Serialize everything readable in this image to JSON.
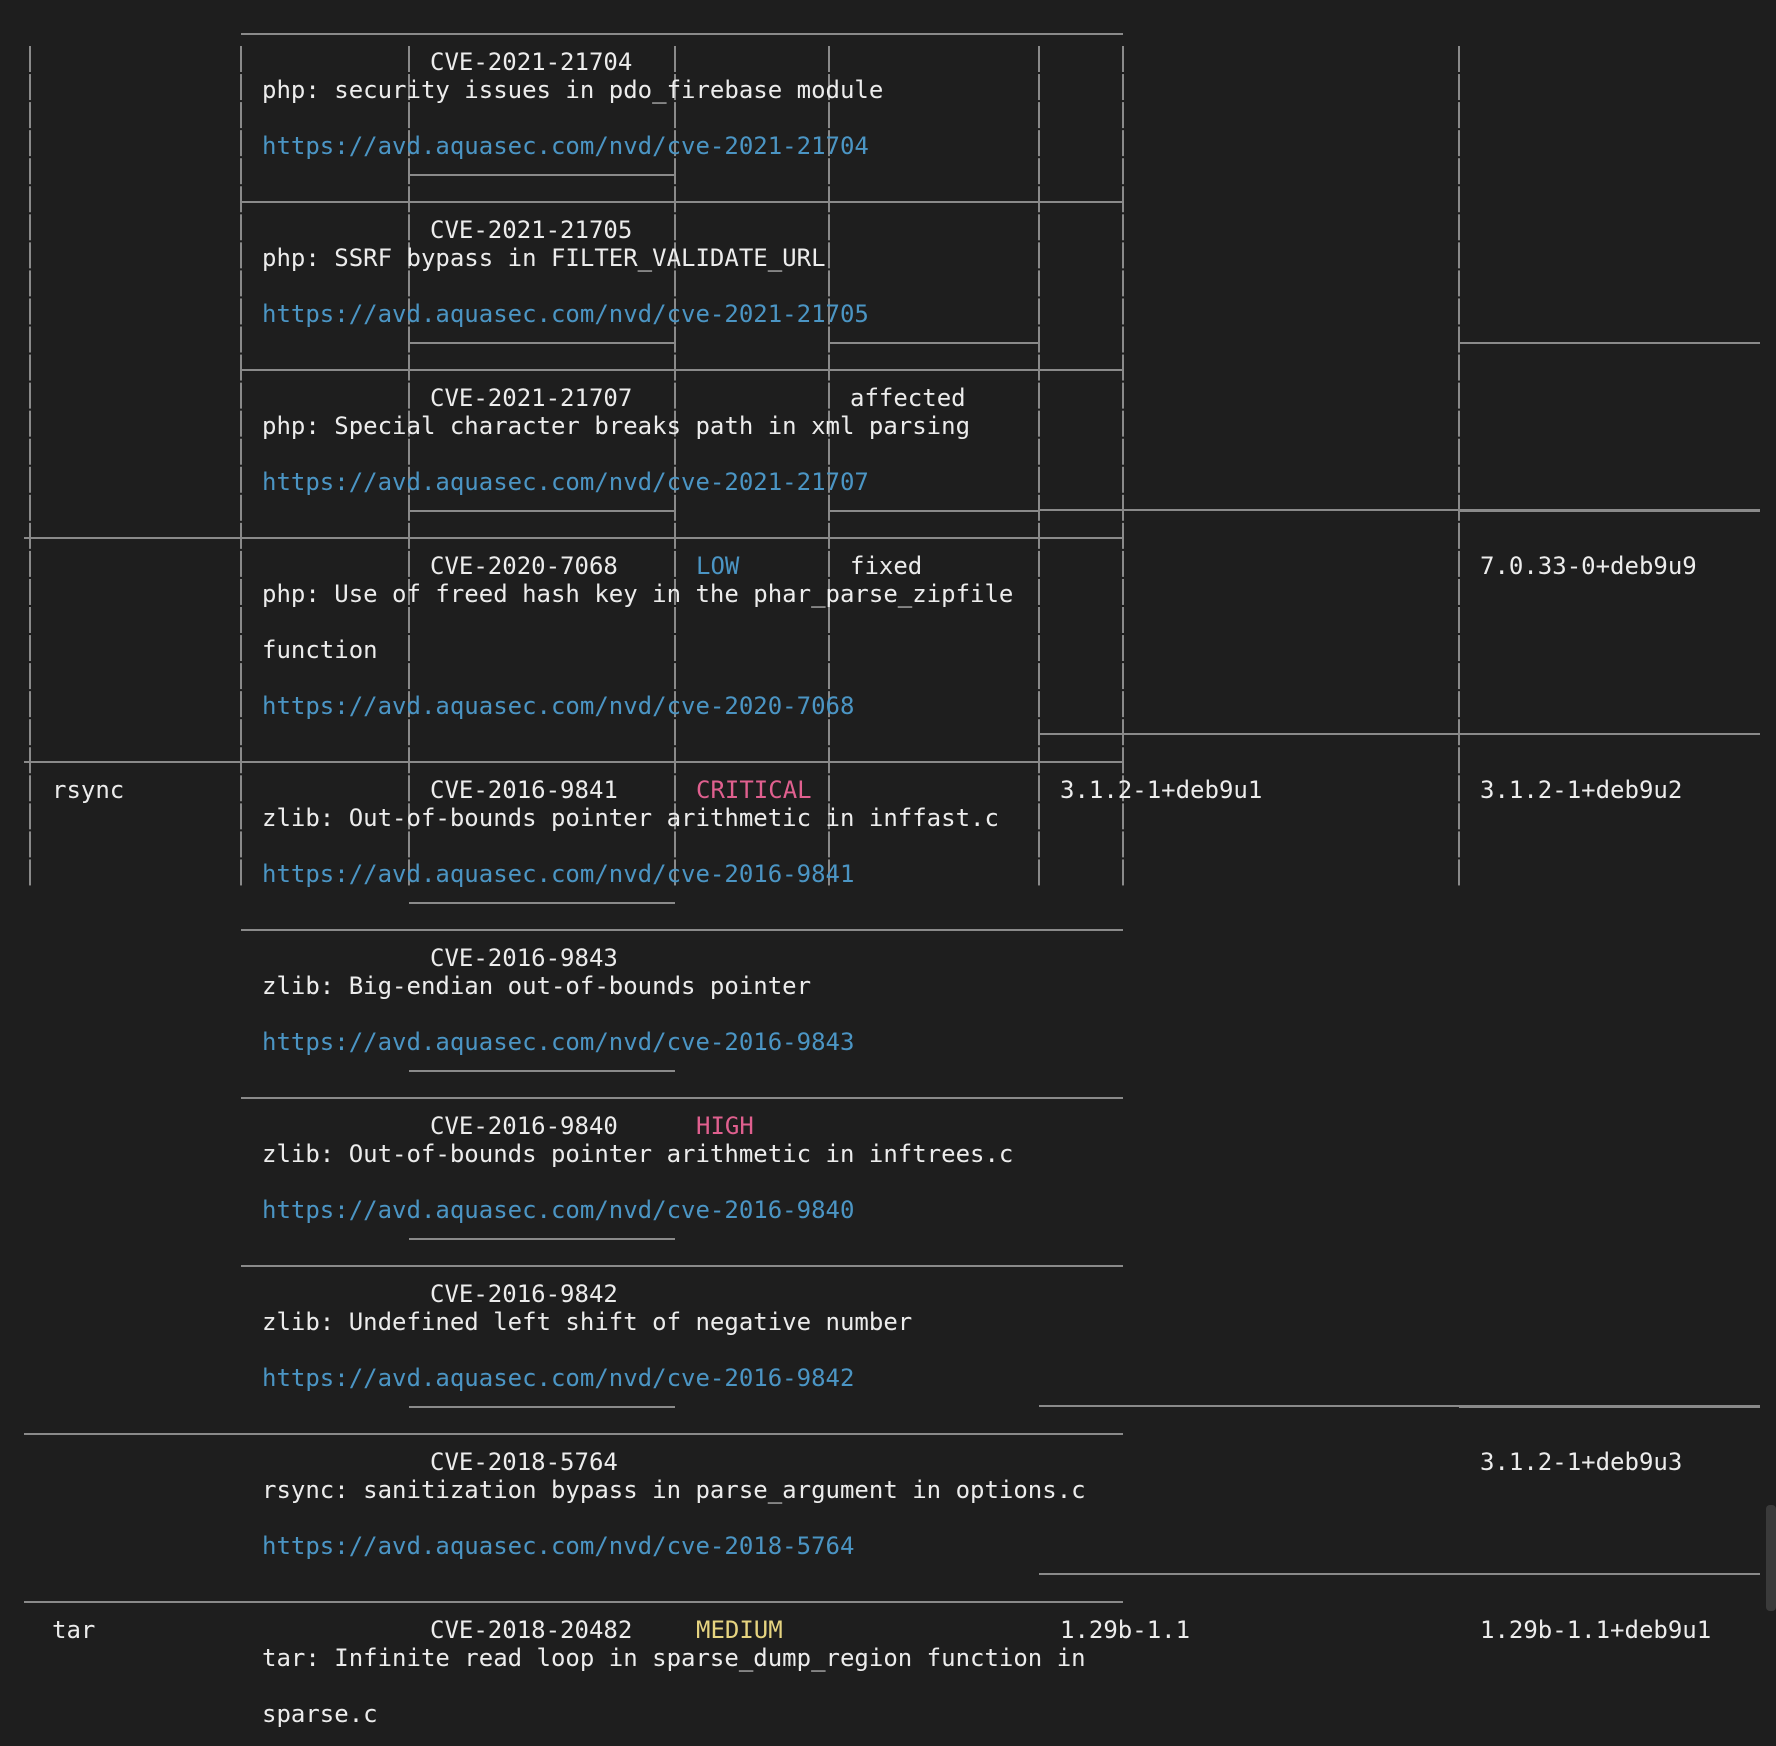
{
  "colors": {
    "background": "#1e1e1e",
    "text": "#ececec",
    "border": "#8a8a8a",
    "link": "#4b95c4",
    "critical": "#e0608f",
    "high": "#e0608f",
    "medium": "#e6d480",
    "low": "#4b95c4"
  },
  "rows": [
    {
      "id": "CVE-2021-21704",
      "title": [
        "php: security issues in pdo_firebase module"
      ],
      "url": "https://avd.aquasec.com/nvd/cve-2021-21704"
    },
    {
      "id": "CVE-2021-21705",
      "title": [
        "php: SSRF bypass in FILTER_VALIDATE_URL"
      ],
      "url": "https://avd.aquasec.com/nvd/cve-2021-21705"
    },
    {
      "id": "CVE-2021-21707",
      "status": "affected",
      "title": [
        "php: Special character breaks path in xml parsing"
      ],
      "url": "https://avd.aquasec.com/nvd/cve-2021-21707"
    },
    {
      "id": "CVE-2020-7068",
      "severity": "LOW",
      "status": "fixed",
      "fixed_version": "7.0.33-0+deb9u9",
      "title": [
        "php: Use of freed hash key in the phar_parse_zipfile",
        "function"
      ],
      "url": "https://avd.aquasec.com/nvd/cve-2020-7068"
    },
    {
      "library": "rsync",
      "id": "CVE-2016-9841",
      "severity": "CRITICAL",
      "installed_version": "3.1.2-1+deb9u1",
      "fixed_version": "3.1.2-1+deb9u2",
      "title": [
        "zlib: Out-of-bounds pointer arithmetic in inffast.c"
      ],
      "url": "https://avd.aquasec.com/nvd/cve-2016-9841"
    },
    {
      "id": "CVE-2016-9843",
      "title": [
        "zlib: Big-endian out-of-bounds pointer"
      ],
      "url": "https://avd.aquasec.com/nvd/cve-2016-9843"
    },
    {
      "id": "CVE-2016-9840",
      "severity": "HIGH",
      "title": [
        "zlib: Out-of-bounds pointer arithmetic in inftrees.c"
      ],
      "url": "https://avd.aquasec.com/nvd/cve-2016-9840"
    },
    {
      "id": "CVE-2016-9842",
      "title": [
        "zlib: Undefined left shift of negative number"
      ],
      "url": "https://avd.aquasec.com/nvd/cve-2016-9842"
    },
    {
      "id": "CVE-2018-5764",
      "fixed_version": "3.1.2-1+deb9u3",
      "title": [
        "rsync: sanitization bypass in parse_argument in options.c"
      ],
      "url": "https://avd.aquasec.com/nvd/cve-2018-5764"
    },
    {
      "library": "tar",
      "id": "CVE-2018-20482",
      "severity": "MEDIUM",
      "installed_version": "1.29b-1.1",
      "fixed_version": "1.29b-1.1+deb9u1",
      "title": [
        "tar: Infinite read loop in sparse_dump_region function in",
        "sparse.c"
      ]
    }
  ]
}
